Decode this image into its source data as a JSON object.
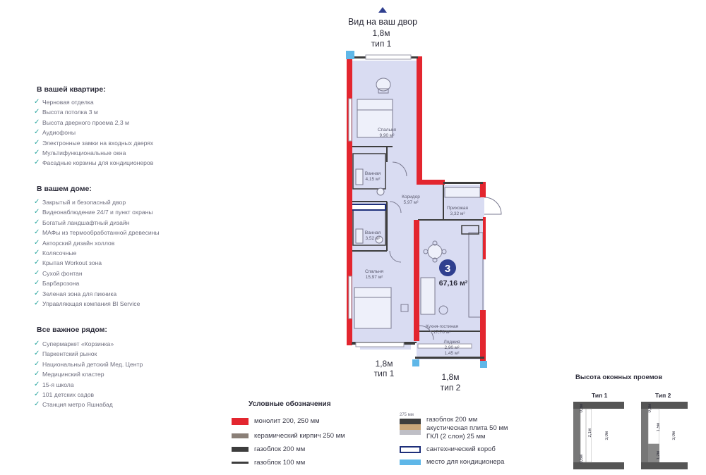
{
  "top": {
    "view_label": "Вид на ваш двор",
    "dim_top": "1,8м",
    "type_top": "тип 1"
  },
  "bottom": {
    "dim_left": "1,8м",
    "type_left": "тип 1",
    "dim_right": "1,8м",
    "type_right": "тип 2"
  },
  "apartment": {
    "badge": "3",
    "area": "67,16 м²"
  },
  "rooms": [
    {
      "name": "Спальня",
      "area": "9,90 м²"
    },
    {
      "name": "Ванная",
      "area": "4,15 м²"
    },
    {
      "name": "Коридор",
      "area": "5,97 м²"
    },
    {
      "name": "Прихожая",
      "area": "3,32 м²"
    },
    {
      "name": "Ванная",
      "area": "3,52 м²"
    },
    {
      "name": "Спальня",
      "area": "15,97 м²"
    },
    {
      "name": "Кухня-гостиная",
      "area": "17,76 м²"
    },
    {
      "name": "Лоджия",
      "area": "2,90 м²"
    },
    {
      "name": "",
      "area": "1,45 м²"
    }
  ],
  "sections": [
    {
      "title": "В вашей квартире:",
      "items": [
        "Черновая отделка",
        "Высота потолка 3 м",
        "Высота дверного проема 2,3 м",
        "Аудиофоны",
        "Электронные замки на входных дверях",
        "Мультифункциональные окна",
        "Фасадные корзины для кондиционеров"
      ]
    },
    {
      "title": "В вашем доме:",
      "items": [
        "Закрытый и безопасный двор",
        "Видеонаблюдение 24/7 и пункт охраны",
        "Богатый ландшафтный дизайн",
        "МАФы из термообработанной древесины",
        "Авторский дизайн холлов",
        "Колясочные",
        "Крытая Workout зона",
        "Сухой фонтан",
        "Барбарозона",
        "Зеленая зона для пикника",
        "Управляющая компания BI Service"
      ]
    },
    {
      "title": "Все важное рядом:",
      "items": [
        "Супермаркет «Корзинка»",
        "Паркентский рынок",
        "Национальный детский Мед. Центр",
        "Медицинский кластер",
        "15-я школа",
        "101 детских садов",
        "Станция метро Яшнабад"
      ]
    }
  ],
  "legend": {
    "title": "Условные обозначения",
    "left": [
      {
        "label": "монолит 200, 250 мм",
        "color": "#e3262f"
      },
      {
        "label": "керамический кирпич 250 мм",
        "color": "#8a7f77"
      },
      {
        "label": "газоблок 200 мм",
        "color": "#3d3d3d"
      },
      {
        "label": "газоблок 100 мм",
        "color": "#3d3d3d"
      }
    ],
    "dim_note": "275 мм",
    "right": [
      {
        "label": "газоблок 200 мм"
      },
      {
        "label": "акустическая плита 50 мм"
      },
      {
        "label": "ГКЛ (2 слоя) 25 мм"
      },
      {
        "label": "сантехнический короб",
        "color": "#1e2f7a"
      },
      {
        "label": "место для кондиционера",
        "color": "#5fb7e8"
      }
    ]
  },
  "windows": {
    "title": "Высота оконных проемов",
    "type1": {
      "label": "Тип 1",
      "dims": [
        "0,3м",
        "2,1м",
        "0,6м",
        "3,0м"
      ]
    },
    "type2": {
      "label": "Тип 2",
      "dims": [
        "0,3м",
        "1,5м",
        "1,2м",
        "3,0м"
      ]
    }
  },
  "colors": {
    "monolith": "#e3262f",
    "floor": "#d9dcf2",
    "gasblock": "#3d3d3d",
    "ac": "#5fb7e8",
    "badge": "#2f3f8f",
    "check": "#2aa6a0"
  }
}
